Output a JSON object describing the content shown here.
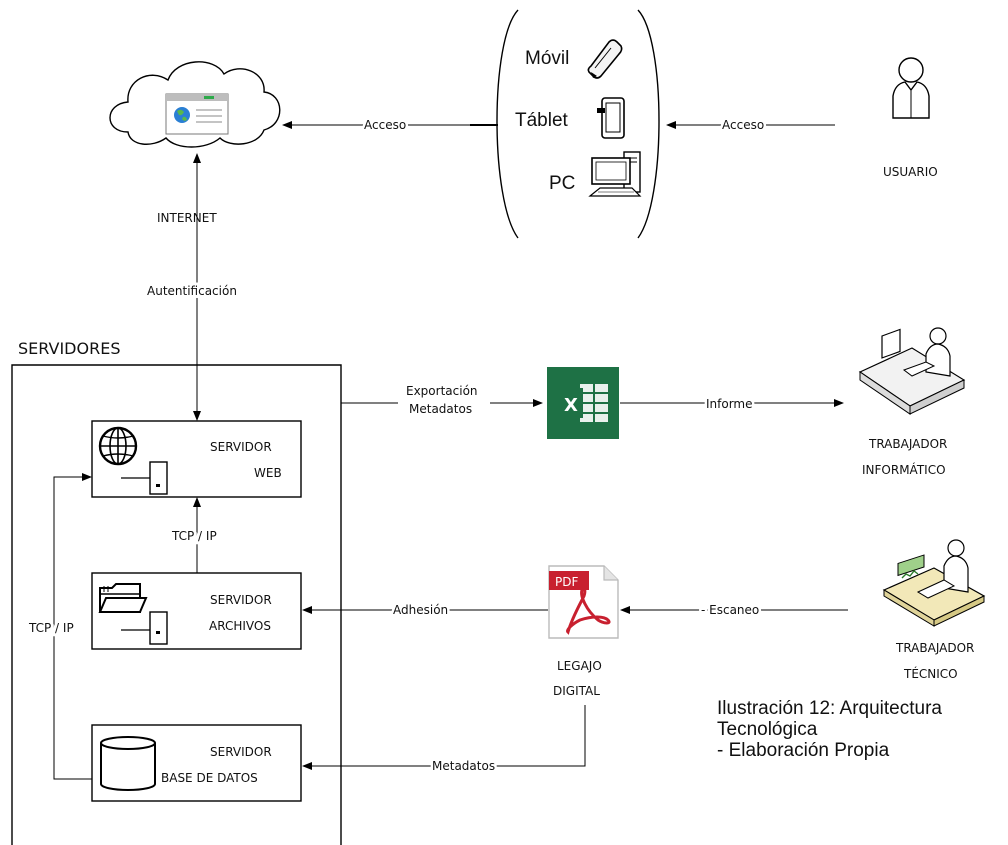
{
  "devices": {
    "movil": "Móvil",
    "tablet": "Táblet",
    "pc": "PC"
  },
  "edges": {
    "acceso_left": "Acceso",
    "acceso_right": "Acceso",
    "autentificacion": "Autentificación",
    "exportacion_1": "Exportación",
    "exportacion_2": "Metadatos",
    "informe": "Informe",
    "tcp_ip_vertical": "TCP / IP",
    "tcp_ip_left": "TCP / IP",
    "adhesion": "Adhesión",
    "escaneo": "- Escaneo",
    "metadatos": "Metadatos"
  },
  "nodes": {
    "internet": "INTERNET",
    "usuario": "USUARIO",
    "servidores": "SERVIDORES",
    "servidor_web_1": "SERVIDOR",
    "servidor_web_2": "WEB",
    "servidor_archivos_1": "SERVIDOR",
    "servidor_archivos_2": "ARCHIVOS",
    "servidor_bd_1": "SERVIDOR",
    "servidor_bd_2": "BASE DE DATOS",
    "trabajador_inf_1": "TRABAJADOR",
    "trabajador_inf_2": "INFORMÁTICO",
    "trabajador_tec_1": "TRABAJADOR",
    "trabajador_tec_2": "TÉCNICO",
    "legajo_1": "LEGAJO",
    "legajo_2": "DIGITAL",
    "pdf_badge": "PDF"
  },
  "caption": {
    "line1": "Ilustración 12: Arquitectura",
    "line2": "Tecnológica",
    "line3": "- Elaboración Propia"
  },
  "colors": {
    "excel_green": "#1e7145",
    "pdf_red": "#c8202f",
    "globe_blue": "#2a7fd4",
    "line": "#000000"
  }
}
